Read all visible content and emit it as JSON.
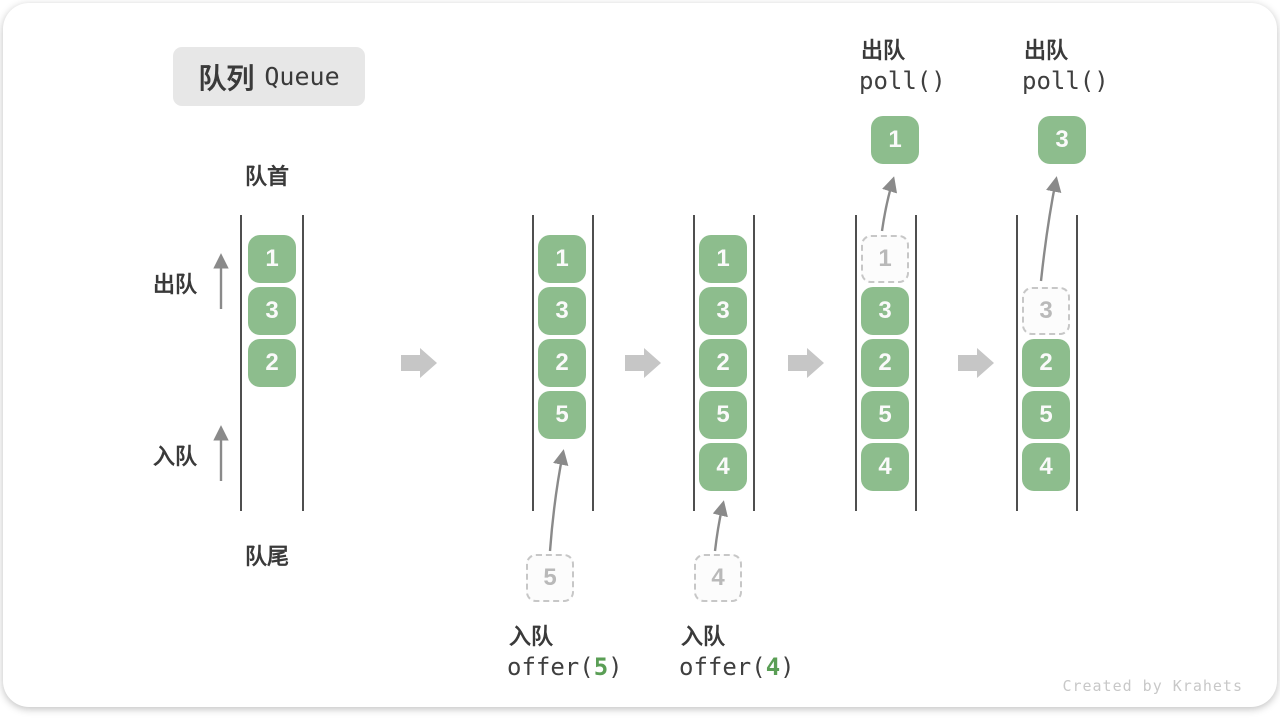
{
  "title": {
    "zh": "队列",
    "en": "Queue"
  },
  "side_labels": {
    "front": "队首",
    "rear": "队尾",
    "dequeue": "出队",
    "enqueue": "入队"
  },
  "colors": {
    "box_green": "#8dbd8d",
    "code_arg_green": "#5a9e55",
    "block_arrow_gray": "#c6c6c6",
    "thin_arrow_gray": "#8a8a8a",
    "ghost_border_gray": "#c7c7c7",
    "title_bg": "#e7e7e7",
    "text_dark": "#3a3a3a"
  },
  "states": {
    "s1": [
      "1",
      "3",
      "2"
    ],
    "s2": [
      "1",
      "3",
      "2",
      "5"
    ],
    "s3": [
      "1",
      "3",
      "2",
      "5",
      "4"
    ],
    "s4": [
      "3",
      "2",
      "5",
      "4"
    ],
    "s4_ghost": "1",
    "s5": [
      "2",
      "5",
      "4"
    ],
    "s5_ghost": "3"
  },
  "ops": {
    "enqueue5": {
      "label": "入队",
      "fn_open": "offer(",
      "arg": "5",
      "fn_close": ")",
      "ghost": "5"
    },
    "enqueue4": {
      "label": "入队",
      "fn_open": "offer(",
      "arg": "4",
      "fn_close": ")",
      "ghost": "4"
    },
    "poll1": {
      "label": "出队",
      "fn": "poll()",
      "result": "1"
    },
    "poll2": {
      "label": "出队",
      "fn": "poll()",
      "result": "3"
    }
  },
  "watermark": "Created by Krahets"
}
